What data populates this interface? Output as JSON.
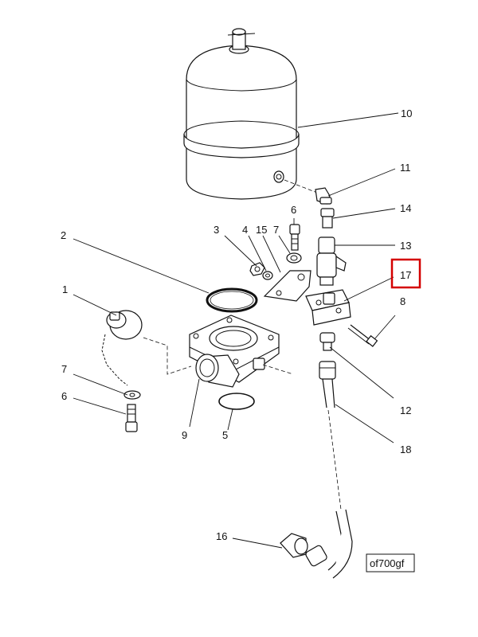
{
  "callouts": {
    "c10": "10",
    "c11": "11",
    "c14": "14",
    "c13": "13",
    "c17": "17",
    "c8": "8",
    "c12": "12",
    "c18": "18",
    "c2": "2",
    "c1": "1",
    "c3": "3",
    "c4": "4",
    "c15": "15",
    "c7a": "7",
    "c6a": "6",
    "c7b": "7",
    "c6b": "6",
    "c9": "9",
    "c5": "5",
    "c16": "16"
  },
  "diagram_ref": "of700gf",
  "colors": {
    "line": "#111111",
    "highlight": "#d40000",
    "background": "#ffffff"
  },
  "highlighted_callout": "17"
}
